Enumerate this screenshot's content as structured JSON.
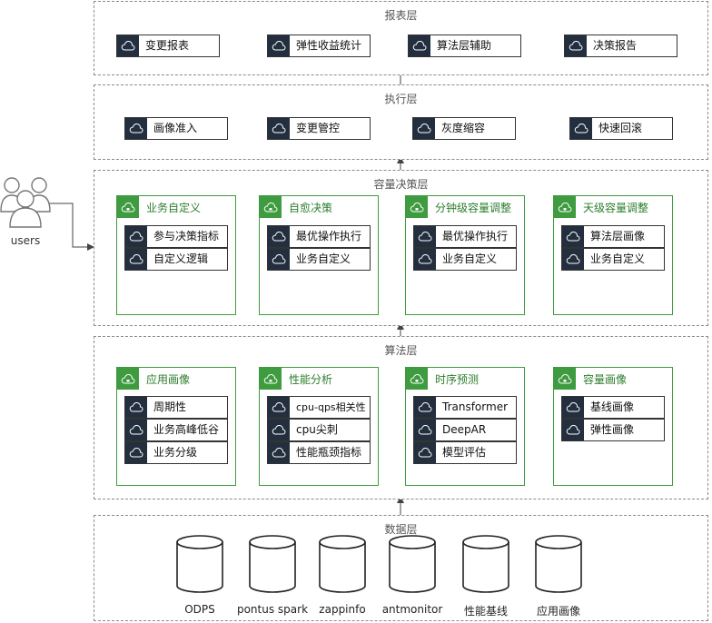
{
  "layers": {
    "report": {
      "title": "报表层",
      "items": [
        "变更报表",
        "弹性收益统计",
        "算法层辅助",
        "决策报告"
      ]
    },
    "exec": {
      "title": "执行层",
      "items": [
        "画像准入",
        "变更管控",
        "灰度缩容",
        "快速回滚"
      ]
    },
    "decision": {
      "title": "容量决策层",
      "groups": [
        {
          "title": "业务自定义",
          "items": [
            "参与决策指标",
            "自定义逻辑"
          ]
        },
        {
          "title": "自愈决策",
          "items": [
            "最优操作执行",
            "业务自定义"
          ]
        },
        {
          "title": "分钟级容量调整",
          "items": [
            "最优操作执行",
            "业务自定义"
          ]
        },
        {
          "title": "天级容量调整",
          "items": [
            "算法层画像",
            "业务自定义"
          ]
        }
      ]
    },
    "algo": {
      "title": "算法层",
      "groups": [
        {
          "title": "应用画像",
          "items": [
            "周期性",
            "业务高峰低谷",
            "业务分级"
          ]
        },
        {
          "title": "性能分析",
          "items": [
            "cpu-qps相关性",
            "cpu尖刺",
            "性能瓶颈指标"
          ]
        },
        {
          "title": "时序预测",
          "items": [
            "Transformer",
            "DeepAR",
            "模型评估"
          ]
        },
        {
          "title": "容量画像",
          "items": [
            "基线画像",
            "弹性画像"
          ]
        }
      ]
    },
    "data": {
      "title": "数据层",
      "sources": [
        "ODPS",
        "pontus spark",
        "zappinfo",
        "antmonitor",
        "性能基线",
        "应用画像"
      ]
    }
  },
  "actor": {
    "label": "users",
    "icon": "users-icon"
  },
  "colors": {
    "dark_icon": "#232f3e",
    "green": "#3f9b3f",
    "border": "#8a8a8a"
  }
}
